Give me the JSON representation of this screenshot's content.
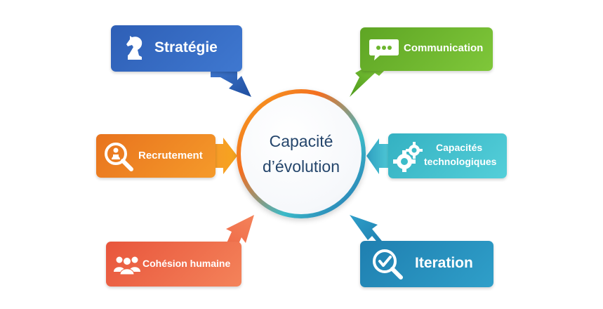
{
  "center": {
    "line1": "Capacité",
    "line2": "d’évolution"
  },
  "nodes": {
    "strategie": {
      "label": "Stratégie",
      "color": "#2e5fb6",
      "icon": "chess-knight-icon"
    },
    "communication": {
      "label": "Communication",
      "color": "#6cb52e",
      "icon": "speech-bubble-icon"
    },
    "recrutement": {
      "label": "Recrutement",
      "color": "#ef8422",
      "icon": "magnifier-person-icon"
    },
    "capacites": {
      "line1": "Capacités",
      "line2": "technologiques",
      "color": "#3cbcc9",
      "icon": "gears-icon"
    },
    "cohesion": {
      "label": "Cohésion humaine",
      "color": "#ee6544",
      "icon": "people-group-icon"
    },
    "iteration": {
      "label": "Iteration",
      "color": "#2488bb",
      "icon": "magnifier-check-icon"
    }
  }
}
